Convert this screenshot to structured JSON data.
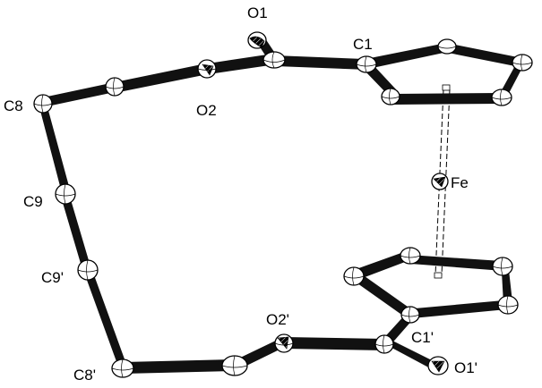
{
  "figure": {
    "type": "ORTEP molecular structure",
    "bond_style": "striped cylinders",
    "atom_style": "thermal ellipsoids",
    "labels": {
      "O1": "O1",
      "C1": "C1",
      "O2": "O2",
      "C8": "C8",
      "C9": "C9",
      "Fe": "Fe",
      "C9p": "C9'",
      "O2p": "O2'",
      "C1p": "C1'",
      "C8p": "C8'",
      "O1p": "O1'"
    }
  }
}
